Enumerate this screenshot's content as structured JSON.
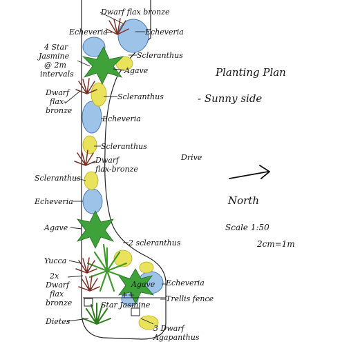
{
  "title": "Planting Plan",
  "subtitle": "- Sunny side",
  "labels": {
    "dwarf_flax_top": "Dwarf flax bronze",
    "echeveria_left": "Echeveria",
    "echeveria_right": "Echeveria",
    "star_jasmine_note": [
      "4 Star",
      "Jasmine",
      "@ 2m",
      "intervals"
    ],
    "scleranthus_1": "Scleranthus",
    "agave_1": "Agave",
    "dwarf_flax_2": [
      "Dwarf",
      "flax-",
      "bronze"
    ],
    "scleranthus_2": "Scleranthus",
    "echeveria_2": "Echeveria",
    "scleranthus_3": "Scleranthus",
    "dwarf_flax_3": [
      "Dwarf",
      "flax-bronze"
    ],
    "drive": "Drive",
    "scleranthus_4": "Scleranthus",
    "echeveria_3": "Echeveria",
    "agave_2": "Agave",
    "scleranthus_2x": "2 scleranthus",
    "yucca": "Yucca",
    "dwarf_flax_2x": [
      "2x",
      "Dwarf",
      "flax",
      "bronze"
    ],
    "agave_3": "Agave",
    "echeveria_4": "Echeveria",
    "trellis": "Trellis fence",
    "star_jasmine": "Star Jasmine",
    "oietes": "Dietes",
    "agapanthus": [
      "3 Dwarf",
      "Agapanthus"
    ]
  },
  "north": "North",
  "scale": "Scale 1:50",
  "scale_ratio": "2cm=1m",
  "colors": {
    "echeveria": "#9ec3e8",
    "scleranthus": "#e8e35a",
    "agave": "#3fa13a",
    "flax": "#7a2f25",
    "ink": "#111111"
  }
}
